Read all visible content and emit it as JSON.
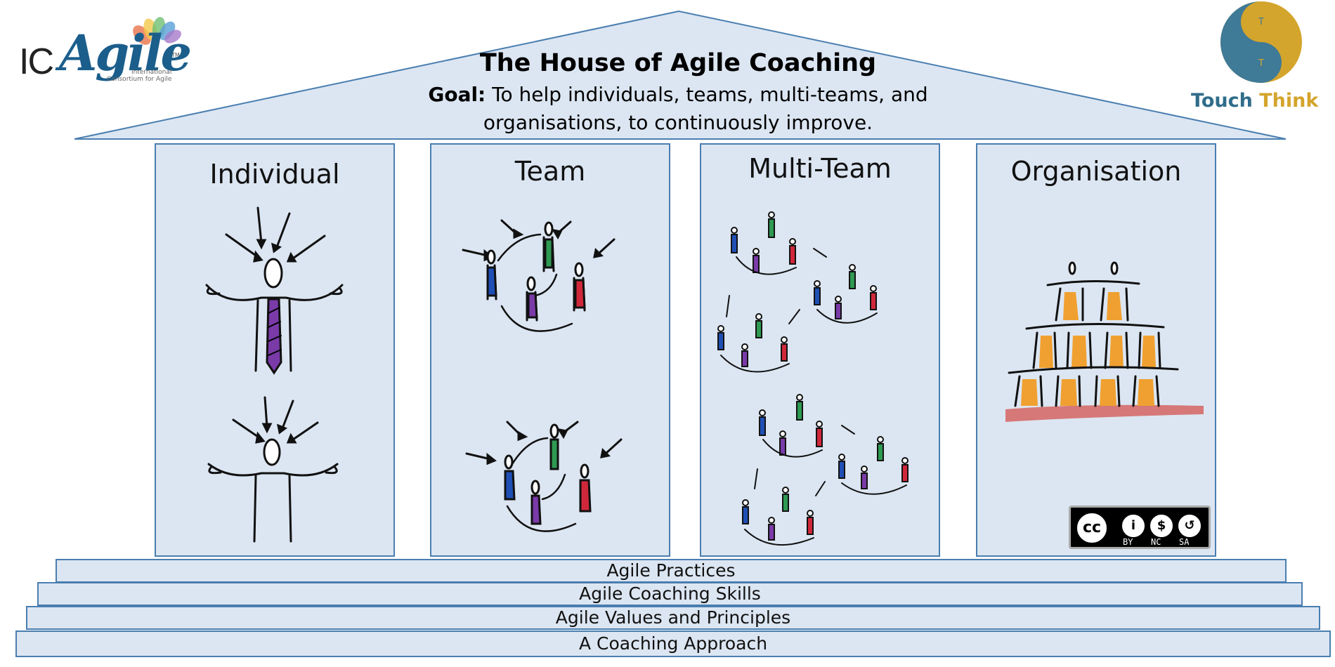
{
  "logos": {
    "icagile": {
      "prefix": "IC",
      "name": "Agile",
      "tm": "TM",
      "tagline_line1": "International",
      "tagline_line2": "Consortium for Agile"
    },
    "touchthink": {
      "word1": "Touch",
      "word2": "Think",
      "glyph": "T"
    }
  },
  "roof": {
    "title": "The House of Agile Coaching",
    "goal_label": "Goal:",
    "goal_line1": " To help individuals, teams, multi-teams, and",
    "goal_line2": "organisations, to continuously improve."
  },
  "pillars": [
    {
      "title": "Individual"
    },
    {
      "title": "Team"
    },
    {
      "title": "Multi-Team"
    },
    {
      "title": "Organisation"
    }
  ],
  "foundation": [
    "Agile Practices",
    "Agile Coaching Skills",
    "Agile Values and Principles",
    "A Coaching Approach"
  ],
  "license": {
    "badge": "cc",
    "by": "BY",
    "nc": "NC",
    "sa": "SA"
  },
  "colors": {
    "fill": "#dce6f2",
    "border": "#4a7eb0",
    "touch_blue": "#2f6d8a",
    "think_gold": "#d4a52c",
    "person_blue": "#1f4fb5",
    "person_green": "#2e9a52",
    "person_red": "#d0283a",
    "person_purple": "#7a3aa8",
    "person_orange": "#f0a030",
    "ground_red": "#d67878"
  },
  "icons": [
    "icagile-logo",
    "touchthink-logo",
    "creative-commons-badge"
  ]
}
